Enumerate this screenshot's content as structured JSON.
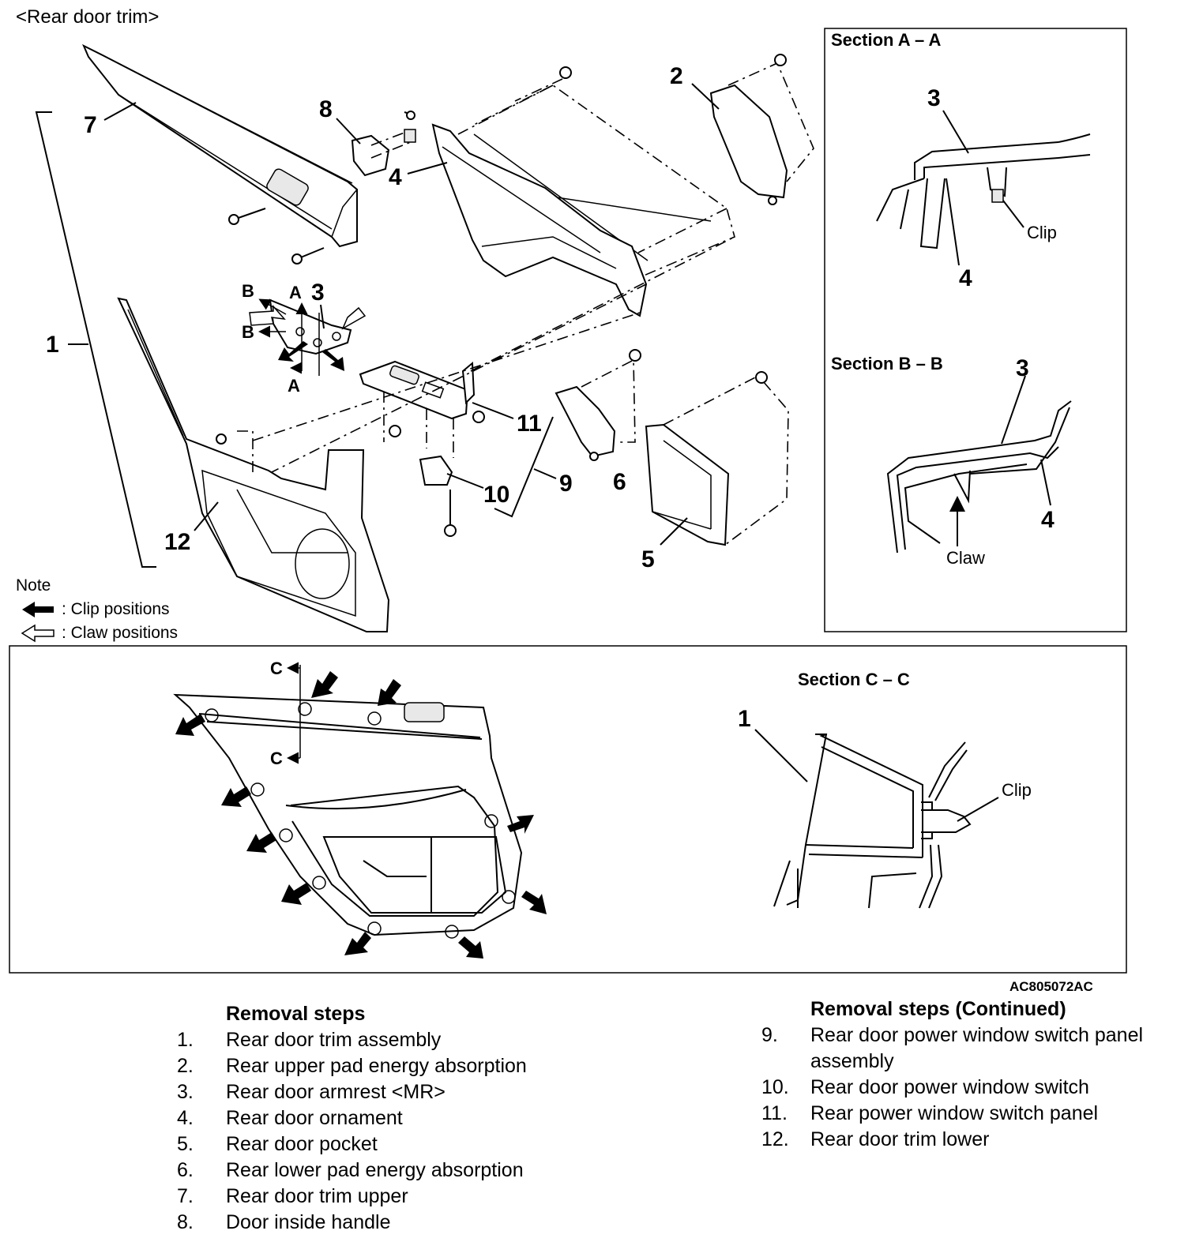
{
  "page_title": "<Rear door trim>",
  "figure_code": "AC805072AC",
  "note": {
    "title": "Note",
    "clip": ": Clip positions",
    "claw": ": Claw positions"
  },
  "sections": {
    "aa": {
      "title": "Section A – A",
      "num_top": "3",
      "num_bottom": "4",
      "clip": "Clip"
    },
    "bb": {
      "title": "Section B – B",
      "num_top": "3",
      "num_right": "4",
      "claw": "Claw"
    },
    "cc": {
      "title": "Section C – C",
      "num": "1",
      "clip": "Clip"
    }
  },
  "callouts": {
    "n1": "1",
    "n2": "2",
    "n3": "3",
    "n4": "4",
    "n5": "5",
    "n6": "6",
    "n7": "7",
    "n8": "8",
    "n9": "9",
    "n10": "10",
    "n11": "11",
    "n12": "12",
    "a": "A",
    "b": "B",
    "c": "C"
  },
  "removal_steps": {
    "title": "Removal steps",
    "items": [
      {
        "n": "1.",
        "text": "Rear door trim assembly"
      },
      {
        "n": "2.",
        "text": "Rear upper pad energy absorption"
      },
      {
        "n": "3.",
        "text": "Rear door armrest <MR>"
      },
      {
        "n": "4.",
        "text": "Rear door ornament"
      },
      {
        "n": "5.",
        "text": "Rear door pocket"
      },
      {
        "n": "6.",
        "text": "Rear lower pad energy absorption"
      },
      {
        "n": "7.",
        "text": "Rear door trim upper"
      },
      {
        "n": "8.",
        "text": "Door inside handle"
      }
    ]
  },
  "removal_steps_continued": {
    "title": "Removal steps (Continued)",
    "items": [
      {
        "n": "9.",
        "text": "Rear door power window switch panel assembly"
      },
      {
        "n": "10.",
        "text": "Rear door power window switch"
      },
      {
        "n": "11.",
        "text": "Rear power window switch panel"
      },
      {
        "n": "12.",
        "text": "Rear door trim lower"
      }
    ]
  }
}
